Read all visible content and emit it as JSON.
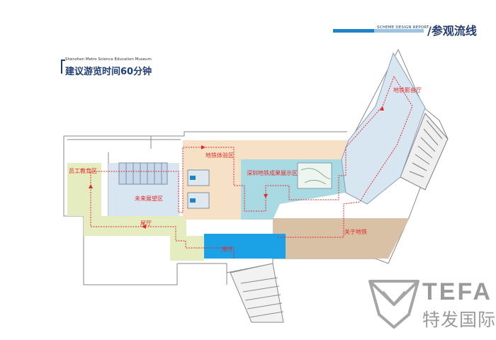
{
  "header": {
    "subtitle": "SCHEME DESIGN REPORT",
    "title": "/参观流线"
  },
  "museum_name": "Shenzhen Metro Science Education Museum",
  "duration_note": "建议游览时间60分钟",
  "zones": {
    "staff_education": "员工教育区",
    "future_vision": "未来展望区",
    "tail_hall": "尾厅",
    "preface_hall": "序厅",
    "metro_experience": "地铁体验区",
    "shenzhen_achievements": "深圳地铁成果展示区",
    "about_metro": "关于地铁",
    "metro_cinema": "地铁影音厅"
  },
  "logo": {
    "text": "TEFA",
    "cn": "特发国际"
  },
  "colors": {
    "header_dark": "#243c6e",
    "header_bar_blue": "#1d84c6",
    "header_bar_light": "#9cc3df",
    "route_red": "#e32a2a",
    "zone_green": "#e4ecc0",
    "zone_blue_light": "#d8e6f2",
    "zone_orange": "#f7e1c6",
    "zone_teal": "#a9d9e3",
    "zone_blue_bright": "#1aa1e6",
    "zone_tan": "#d9c1a6",
    "logo_gray": "#9a9a9a"
  }
}
